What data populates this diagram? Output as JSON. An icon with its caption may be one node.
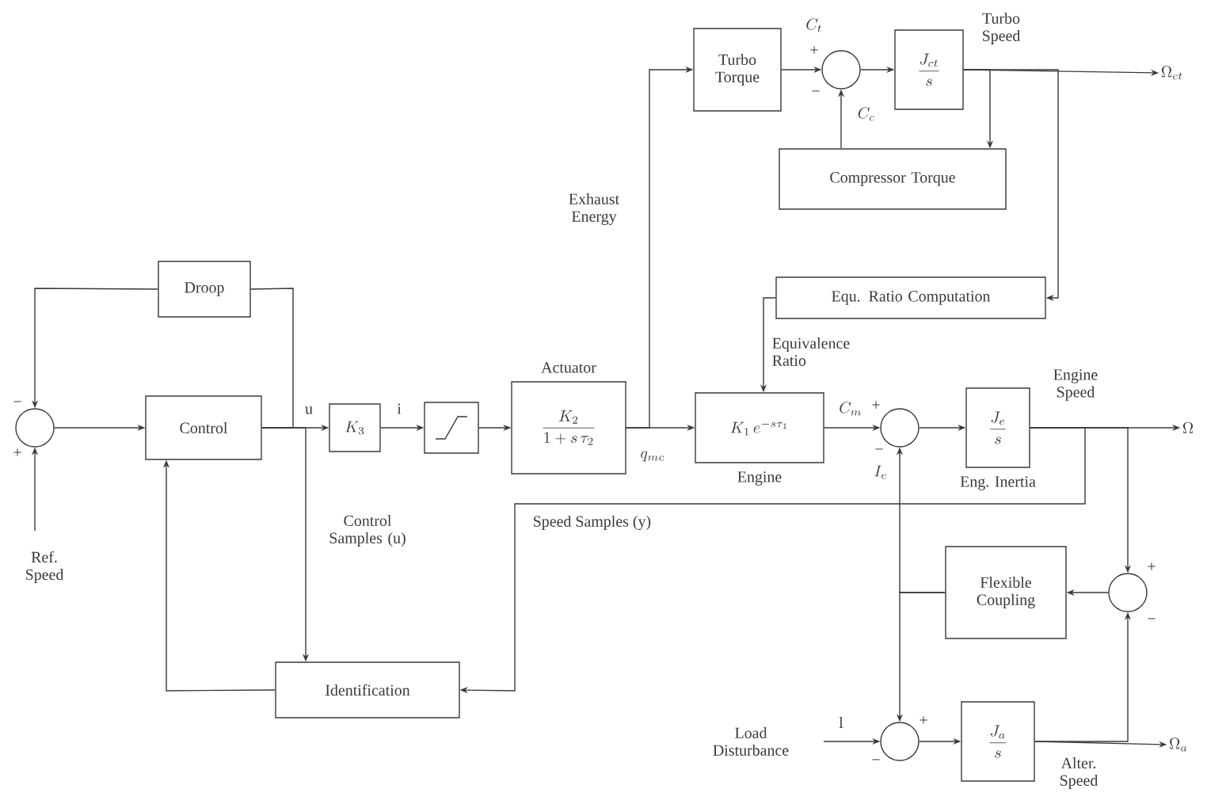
{
  "diagram": {
    "nodes": [
      {
        "text": [],
        "shape": "circle"
      },
      {
        "text": [
          "Droop"
        ]
      },
      {
        "text": [
          "Control"
        ]
      },
      {
        "text": [
          "K_3"
        ]
      },
      {
        "text": [],
        "shape": "box"
      },
      {
        "text": [
          "Actuator",
          "\\frac{K_2}{1+s\\,\\tau_2}"
        ]
      },
      {
        "text": [
          "Turbo Torque"
        ]
      },
      {
        "text": [],
        "shape": "circle"
      },
      {
        "text": [
          "\\frac{J_{ct}}{s}"
        ]
      },
      {
        "text": [
          "Compressor Torque"
        ]
      },
      {
        "text": [
          "Equ. Ratio Computation"
        ]
      },
      {
        "text": [
          "K_1\\, e^{-s\\tau_1}"
        ],
        "beside": [
          "Engine"
        ]
      },
      {
        "text": [],
        "shape": "circle"
      },
      {
        "text": [
          "\\frac{J_e}{s}"
        ],
        "beside": [
          "Eng. Inertia"
        ]
      },
      {
        "text": [
          "Flexible Coupling"
        ]
      },
      {
        "text": [],
        "shape": "circle"
      },
      {
        "text": [
          "Identification"
        ]
      },
      {
        "text": [],
        "shape": "circle"
      },
      {
        "text": [
          "\\frac{J_a}{s}"
        ]
      },
      {
        "text": [
          "\\Omega_{ct}"
        ]
      },
      {
        "text": [
          "\\Omega"
        ]
      },
      {
        "text": [
          "\\Omega_{a}"
        ]
      }
    ],
    "edges": [
      {
        "from": null,
        "to": 0,
        "arrow": "to"
      },
      {
        "from": 0,
        "to": 2,
        "arrow": "to"
      },
      {
        "from": 2,
        "to": 3,
        "arrow": "to",
        "label": "u"
      },
      {
        "from": 2,
        "to": 1,
        "arrow": "none"
      },
      {
        "from": 1,
        "to": 0,
        "arrow": "to"
      },
      {
        "from": 2,
        "to": 16,
        "arrow": "to",
        "label": "Control Samples (u)"
      },
      {
        "from": 3,
        "to": 4,
        "arrow": "to",
        "label": "i"
      },
      {
        "from": 4,
        "to": 5,
        "arrow": "to"
      },
      {
        "from": 5,
        "to": 11,
        "arrow": "to",
        "label": "q_{mc}"
      },
      {
        "from": 5,
        "to": 6,
        "arrow": "to",
        "label": "Exhaust Energy"
      },
      {
        "from": 6,
        "to": 7,
        "arrow": "to"
      },
      {
        "from": 7,
        "to": 8,
        "arrow": "to"
      },
      {
        "from": 8,
        "to": 19,
        "arrow": "to"
      },
      {
        "from": 8,
        "to": 9,
        "arrow": "to"
      },
      {
        "from": 9,
        "to": 7,
        "arrow": "to"
      },
      {
        "from": 8,
        "to": 10,
        "arrow": "to"
      },
      {
        "from": 10,
        "to": 11,
        "arrow": "to",
        "label": "Equivalence Ratio"
      },
      {
        "from": 11,
        "to": 12,
        "arrow": "to"
      },
      {
        "from": 12,
        "to": 13,
        "arrow": "to"
      },
      {
        "from": 13,
        "to": 20,
        "arrow": "to"
      },
      {
        "from": 13,
        "to": 16,
        "arrow": "to",
        "label": "Speed Samples (y)"
      },
      {
        "from": 13,
        "to": 15,
        "arrow": "to"
      },
      {
        "from": 15,
        "to": 14,
        "arrow": "to"
      },
      {
        "from": 14,
        "to": 12,
        "arrow": "to"
      },
      {
        "from": 14,
        "to": 17,
        "arrow": "to"
      },
      {
        "from": 16,
        "to": 2,
        "arrow": "to"
      },
      {
        "from": null,
        "to": 17,
        "arrow": "to",
        "label": "l"
      },
      {
        "from": 17,
        "to": 18,
        "arrow": "to"
      },
      {
        "from": 18,
        "to": 21,
        "arrow": "to"
      },
      {
        "from": 18,
        "to": 15,
        "arrow": "to"
      }
    ],
    "labels": [
      "−",
      "+",
      "Ref. Speed",
      "C_t",
      "+",
      "−",
      "C_c",
      "Turbo Speed",
      "C_m",
      "+",
      "−",
      "I_e",
      "Engine Speed",
      "+",
      "−",
      "Load Disturbance",
      "+",
      "−",
      "Alter. Speed"
    ]
  }
}
